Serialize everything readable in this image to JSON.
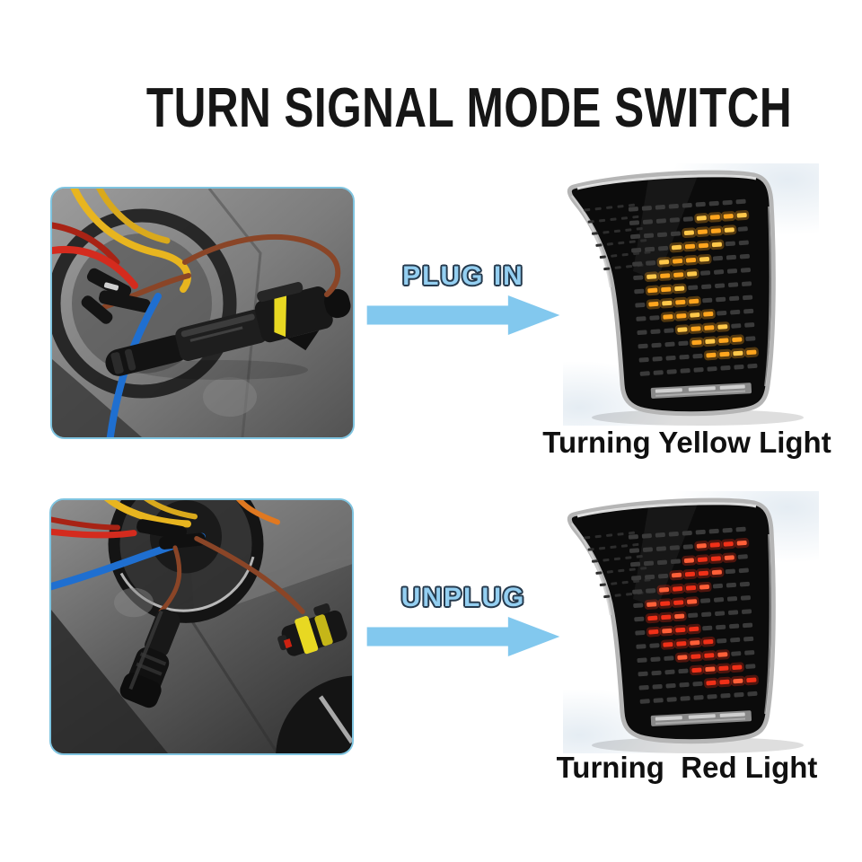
{
  "title": "TURN SIGNAL MODE SWITCH",
  "colors": {
    "title_color": "#161616",
    "caption_color": "#101010",
    "arrow": "#82c8ee",
    "action_fill": "#94cff1",
    "action_outline": "#263a4d",
    "photo_border": "#7fc4e0"
  },
  "steps": [
    {
      "id": "plug-in",
      "action": "PLUG IN",
      "caption": "Turning Yellow Light",
      "lit": "#ffa51e",
      "lit_bright": "#ffc84a"
    },
    {
      "id": "unplug",
      "action": "UNPLUG",
      "caption": "Turning  Red Light",
      "lit": "#f03018",
      "lit_bright": "#ff5f38"
    }
  ],
  "lamp": {
    "rows": 13,
    "cols": 9,
    "unlit": "#3a3a3a",
    "pattern": [
      "000000000",
      "000001111",
      "000011110",
      "000111100",
      "001111000",
      "011110000",
      "011100000",
      "011110000",
      "001111000",
      "000111100",
      "000011110",
      "000001111",
      "000000000"
    ]
  },
  "photos": {
    "wire_red": "#d42b1e",
    "wire_red_dark": "#a82315",
    "wire_yellow": "#e8b51f",
    "wire_yellow_dark": "#d9a91c",
    "wire_blue": "#1f6fd0",
    "wire_brown": "#8a4527",
    "wire_orange": "#e07820",
    "connector_yellow": "#e8d822"
  }
}
